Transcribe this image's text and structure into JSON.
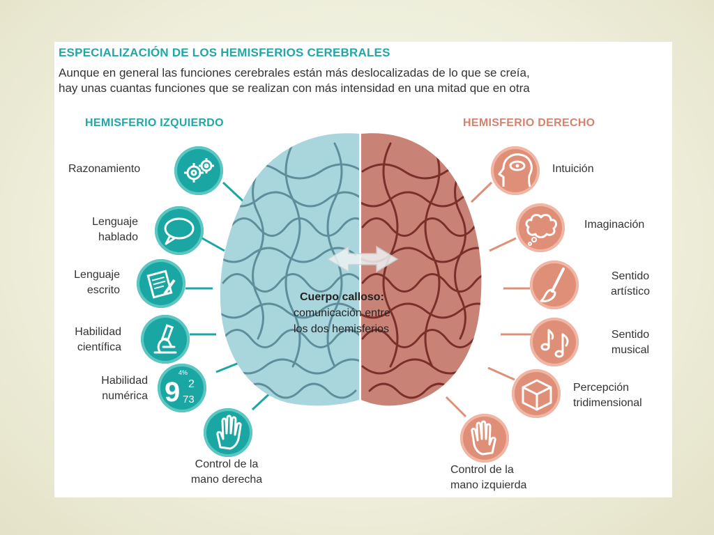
{
  "heading": {
    "title": "ESPECIALIZACIÓN DE LOS HEMISFERIOS CEREBRALES",
    "subtitle_line1": "Aunque en general las funciones cerebrales están más deslocalizadas de lo que se creía,",
    "subtitle_line2": "hay unas cuantas funciones que se realizan con más intensidad en una mitad que en otra"
  },
  "left_hemisphere": {
    "title": "HEMISFERIO IZQUIERDO",
    "color": "#21a7a6",
    "items": [
      {
        "label_lines": [
          "Razonamiento"
        ],
        "icon": "gears-icon"
      },
      {
        "label_lines": [
          "Lenguaje",
          "hablado"
        ],
        "icon": "speech-bubble-icon"
      },
      {
        "label_lines": [
          "Lenguaje",
          "escrito"
        ],
        "icon": "document-pencil-icon"
      },
      {
        "label_lines": [
          "Habilidad",
          "científica"
        ],
        "icon": "microscope-icon"
      },
      {
        "label_lines": [
          "Habilidad",
          "numérica"
        ],
        "icon": "numbers-icon",
        "glyphs": {
          "big": "9",
          "top": "2",
          "bottom": "73",
          "corner": "4%"
        }
      },
      {
        "label_lines": [
          "Control de la",
          "mano derecha"
        ],
        "icon": "hand-icon"
      }
    ]
  },
  "right_hemisphere": {
    "title": "HEMISFERIO DERECHO",
    "color": "#d4836e",
    "items": [
      {
        "label_lines": [
          "Intuición"
        ],
        "icon": "eye-head-icon"
      },
      {
        "label_lines": [
          "Imaginación"
        ],
        "icon": "thought-cloud-icon"
      },
      {
        "label_lines": [
          "Sentido",
          "artístico"
        ],
        "icon": "paintbrush-icon"
      },
      {
        "label_lines": [
          "Sentido",
          "musical"
        ],
        "icon": "music-notes-icon"
      },
      {
        "label_lines": [
          "Percepción",
          "tridimensional"
        ],
        "icon": "cube-icon"
      },
      {
        "label_lines": [
          "Control de la",
          "mano izquierda"
        ],
        "icon": "hand-icon"
      }
    ]
  },
  "corpus_callosum": {
    "title": "Cuerpo calloso:",
    "line1": "comunicación entre",
    "line2": "los dos hemisferios"
  }
}
